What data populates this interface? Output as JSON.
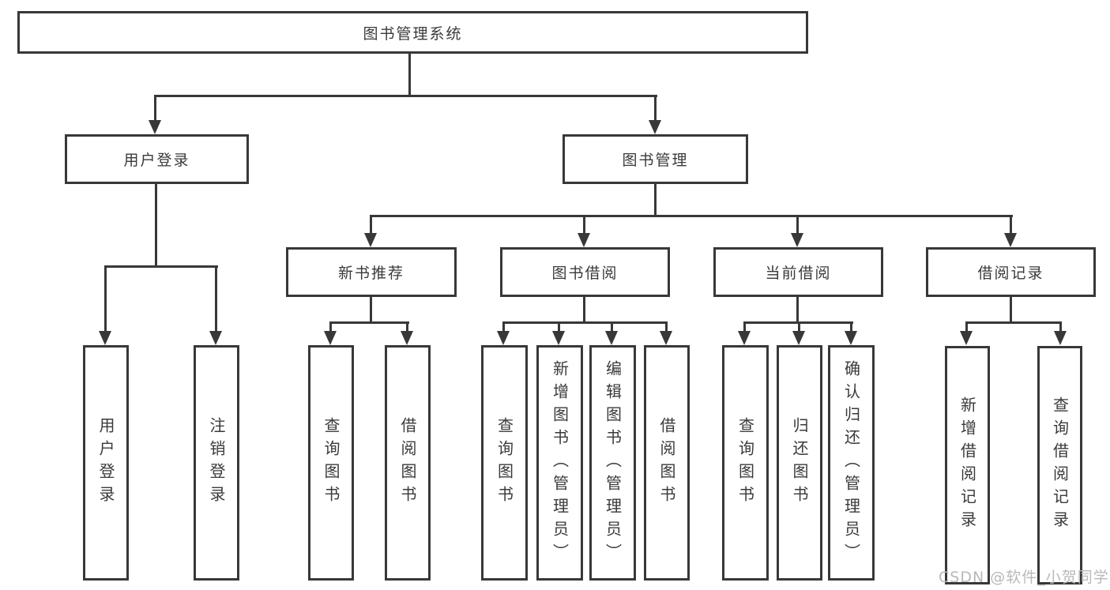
{
  "diagram": {
    "type": "hierarchy",
    "colors": {
      "line": "#383838",
      "text": "#3a3a3a",
      "background": "#ffffff",
      "watermark": "#b9b9b9"
    },
    "tree": {
      "root": {
        "label": "图书管理系统"
      },
      "branches": [
        {
          "label": "用户登录",
          "children": [
            {
              "label": "用户登录"
            },
            {
              "label": "注销登录"
            }
          ]
        },
        {
          "label": "图书管理",
          "children": [
            {
              "label": "新书推荐",
              "children": [
                {
                  "label": "查询图书"
                },
                {
                  "label": "借阅图书"
                }
              ]
            },
            {
              "label": "图书借阅",
              "children": [
                {
                  "label": "查询图书"
                },
                {
                  "label": "新增图书（管理员）"
                },
                {
                  "label": "编辑图书（管理员）"
                },
                {
                  "label": "借阅图书"
                }
              ]
            },
            {
              "label": "当前借阅",
              "children": [
                {
                  "label": "查询图书"
                },
                {
                  "label": "归还图书"
                },
                {
                  "label": "确认归还（管理员）"
                }
              ]
            },
            {
              "label": "借阅记录",
              "children": [
                {
                  "label": "新增借阅记录"
                },
                {
                  "label": "查询借阅记录"
                }
              ]
            }
          ]
        }
      ]
    },
    "watermark": {
      "text": "CSDN @软件_小贺同学"
    }
  }
}
